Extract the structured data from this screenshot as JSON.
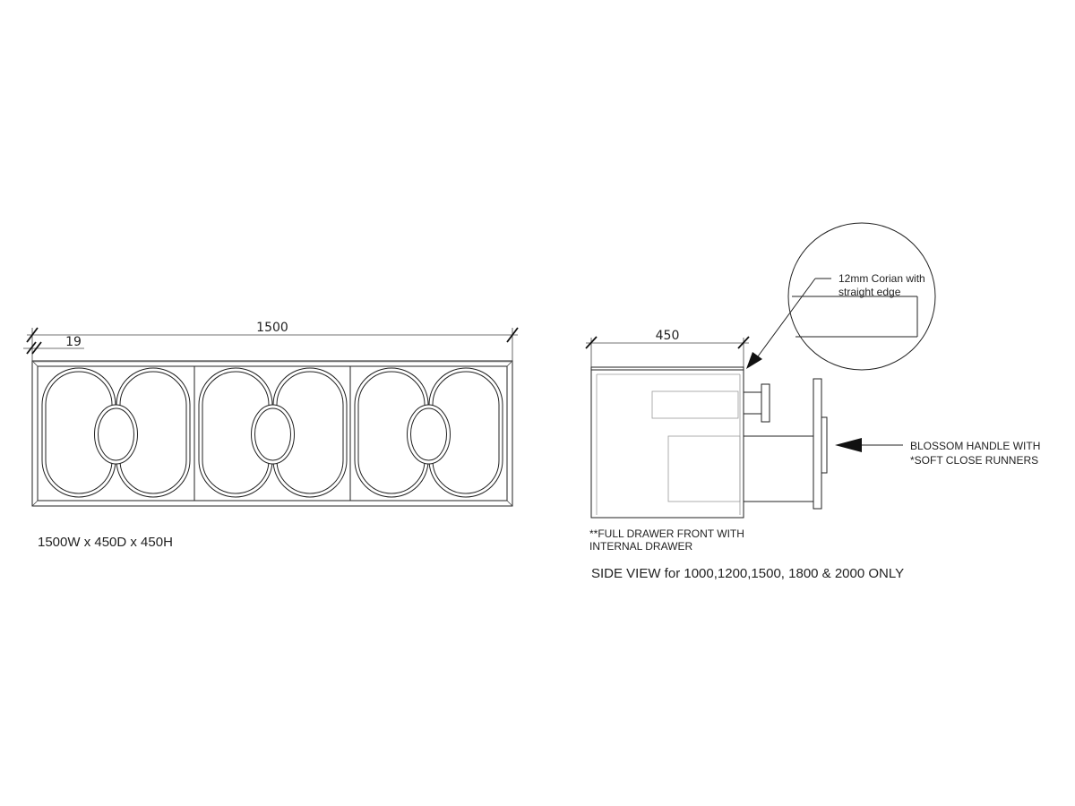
{
  "front_view": {
    "width_dim": "1500",
    "edge_dim": "19",
    "caption": "1500W x 450D x 450H"
  },
  "side_view": {
    "depth_dim": "450",
    "detail_note_line1": "12mm Corian with",
    "detail_note_line2": "straight edge",
    "handle_note_line1": "BLOSSOM HANDLE WITH",
    "handle_note_line2": "*SOFT CLOSE RUNNERS",
    "drawer_note_line1": "**FULL DRAWER FRONT WITH",
    "drawer_note_line2": "INTERNAL DRAWER",
    "caption": "SIDE VIEW for 1000,1200,1500, 1800 & 2000 ONLY"
  }
}
